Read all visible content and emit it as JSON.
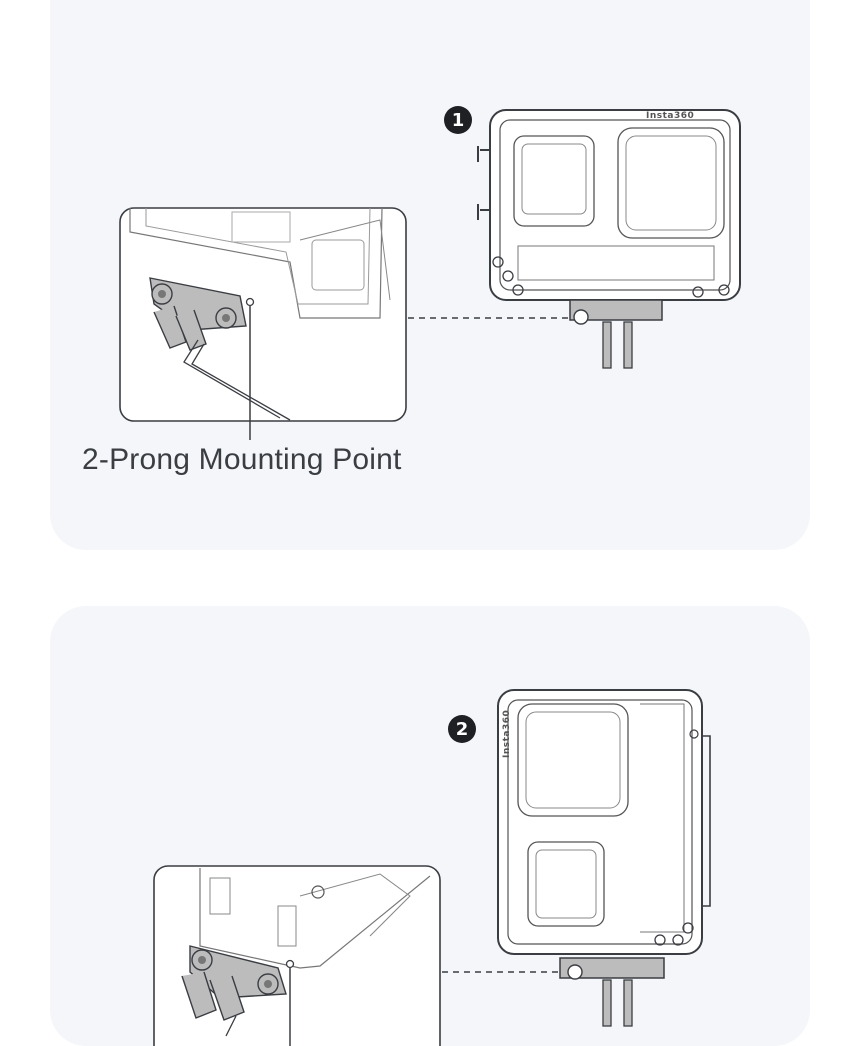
{
  "steps": [
    {
      "number": "1",
      "caption": "2-Prong Mounting Point",
      "brand_text": "Insta360"
    },
    {
      "number": "2",
      "brand_text": "Insta360"
    }
  ],
  "colors": {
    "card_bg": "#f4f6fa",
    "line": "#3a3d42",
    "mount_fill": "#bcbcbc",
    "badge": "#1e2024"
  },
  "icons": [
    "camera-cage-illustration",
    "two-prong-mount-illustration",
    "hex-key-illustration"
  ]
}
